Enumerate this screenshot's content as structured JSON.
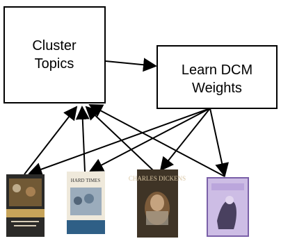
{
  "diagram": {
    "nodes": {
      "cluster": {
        "lines": [
          "Cluster",
          "Topics"
        ]
      },
      "learn": {
        "lines": [
          "Learn DCM",
          "Weights"
        ]
      }
    },
    "books": [
      {
        "name": "book-cover-1",
        "colors": {
          "bg": "#2b2a28",
          "accent": "#8a6a3a",
          "band": "#c7a45a"
        }
      },
      {
        "name": "book-cover-2",
        "colors": {
          "bg": "#efe9db",
          "accent": "#7f97b1",
          "band": "#2f5f86"
        },
        "title": "HARD TIMES"
      },
      {
        "name": "book-cover-3",
        "colors": {
          "bg": "#3f3426",
          "accent": "#7c5b3a",
          "band": "#d9c6a3"
        },
        "title": "CHARLES DICKENS"
      },
      {
        "name": "book-cover-4",
        "colors": {
          "bg": "#cdbde5",
          "accent": "#7a60a8",
          "band": "#bba6dc"
        }
      }
    ]
  }
}
